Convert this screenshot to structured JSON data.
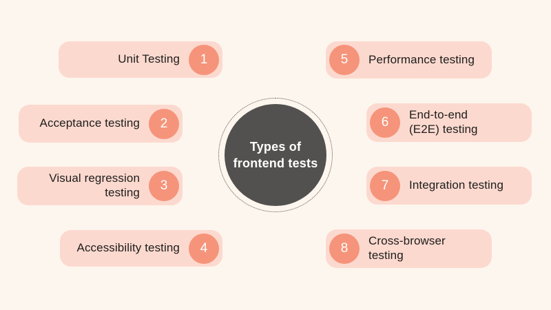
{
  "title": "Types of\nfrontend tests",
  "items": [
    {
      "number": "1",
      "label": "Unit Testing"
    },
    {
      "number": "2",
      "label": "Acceptance testing"
    },
    {
      "number": "3",
      "label": "Visual regression\ntesting"
    },
    {
      "number": "4",
      "label": "Accessibility testing"
    },
    {
      "number": "5",
      "label": "Performance testing"
    },
    {
      "number": "6",
      "label": "End-to-end\n(E2E) testing"
    },
    {
      "number": "7",
      "label": "Integration testing"
    },
    {
      "number": "8",
      "label": "Cross-browser\ntesting"
    }
  ],
  "colors": {
    "background": "#fdf6ee",
    "pill_background": "#fcd9cf",
    "badge_background": "#f5947a",
    "badge_text": "#ffffff",
    "label_text": "#1d1d1b",
    "center_circle": "#53514f",
    "center_text": "#ffffff",
    "dotted_ring": "#4d4b49"
  }
}
